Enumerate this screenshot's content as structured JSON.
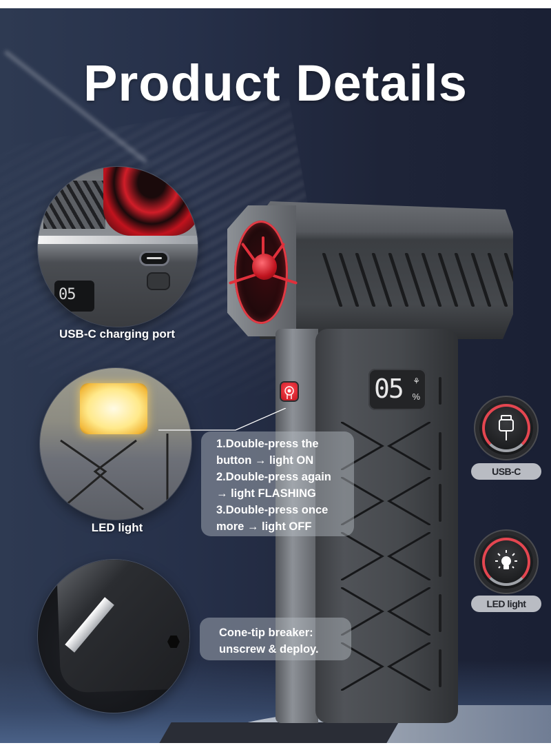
{
  "title": "Product Details",
  "colors": {
    "background_start": "#2e3a52",
    "background_end": "#1a2034",
    "accent_red": "#e44650",
    "led_yellow": "#ffe98a",
    "badge_label_bg": "#b9bcc3"
  },
  "product": {
    "display": {
      "value": "05",
      "unit": "%",
      "fan_icon": "fan-icon"
    }
  },
  "callouts": [
    {
      "id": "usb-c-port",
      "caption": "USB-C charging port",
      "icon": "usb-c-port-closeup"
    },
    {
      "id": "led-light",
      "caption": "LED light",
      "icon": "led-light-closeup"
    },
    {
      "id": "cone-breaker",
      "caption": "",
      "icon": "cone-tip-breaker-closeup"
    }
  ],
  "instructions": {
    "lines": [
      "1.Double-press the",
      "button → light ON",
      "2.Double-press again",
      " → light FLASHING",
      "3.Double-press once",
      "more → light OFF"
    ]
  },
  "breaker_note": {
    "lines": [
      "Cone-tip breaker:",
      "unscrew & deploy."
    ]
  },
  "features": [
    {
      "label": "USB-C",
      "icon": "usb-c-plug-icon"
    },
    {
      "label": "LED light",
      "icon": "light-bulb-icon"
    }
  ]
}
